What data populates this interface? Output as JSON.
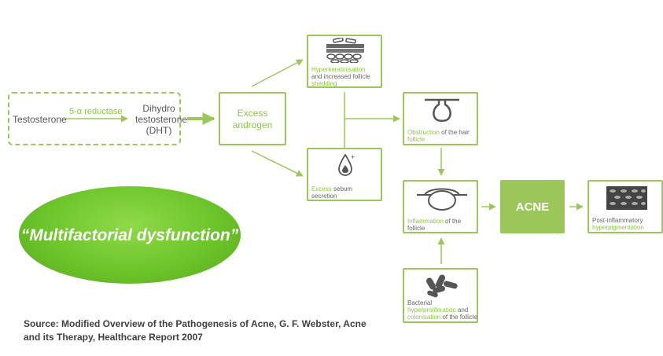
{
  "pathway": {
    "testosterone": "Testosterone",
    "enzyme": "5-α reductase",
    "dht_line1": "Dihydro",
    "dht_line2": "testosterone",
    "dht_line3": "(DHT)",
    "androgen_line1": "Excess",
    "androgen_line2": "androgen"
  },
  "nodes": {
    "hyperkeratinisation": {
      "highlight": "Hyperkeratinisation",
      "rest": "and increased follicle",
      "highlight2": "shedding"
    },
    "sebum": {
      "highlight": "Excess",
      "rest": " sebum",
      "rest2": "secretion"
    },
    "obstruction": {
      "highlight": "Obstruction",
      "rest": " of the hair",
      "highlight2": "follicle"
    },
    "inflammation": {
      "highlight": "Inflammation",
      "rest": " of the",
      "rest2": "follicle"
    },
    "acne": "ACNE",
    "hyperpigmentation": {
      "rest": "Post-inflammatory",
      "highlight": "hyperpigmentation"
    },
    "bacterial": {
      "rest": "Bacterial",
      "highlight": "hyperproliferation",
      "rest2": " and",
      "highlight2": "colonisation",
      "rest3": " of the follicle"
    }
  },
  "callout": "“Multifactorial dysfunction”",
  "source": {
    "line1": "Source: Modified Overview of the Pathogenesis of Acne, G. F. Webster, Acne",
    "line2": "and its Therapy, Healthcare Report 2007"
  },
  "colors": {
    "accent": "#9bc75a",
    "highlight_text": "#8cc63f",
    "ellipse": "#6cc52a",
    "icon_grey": "#555555"
  }
}
